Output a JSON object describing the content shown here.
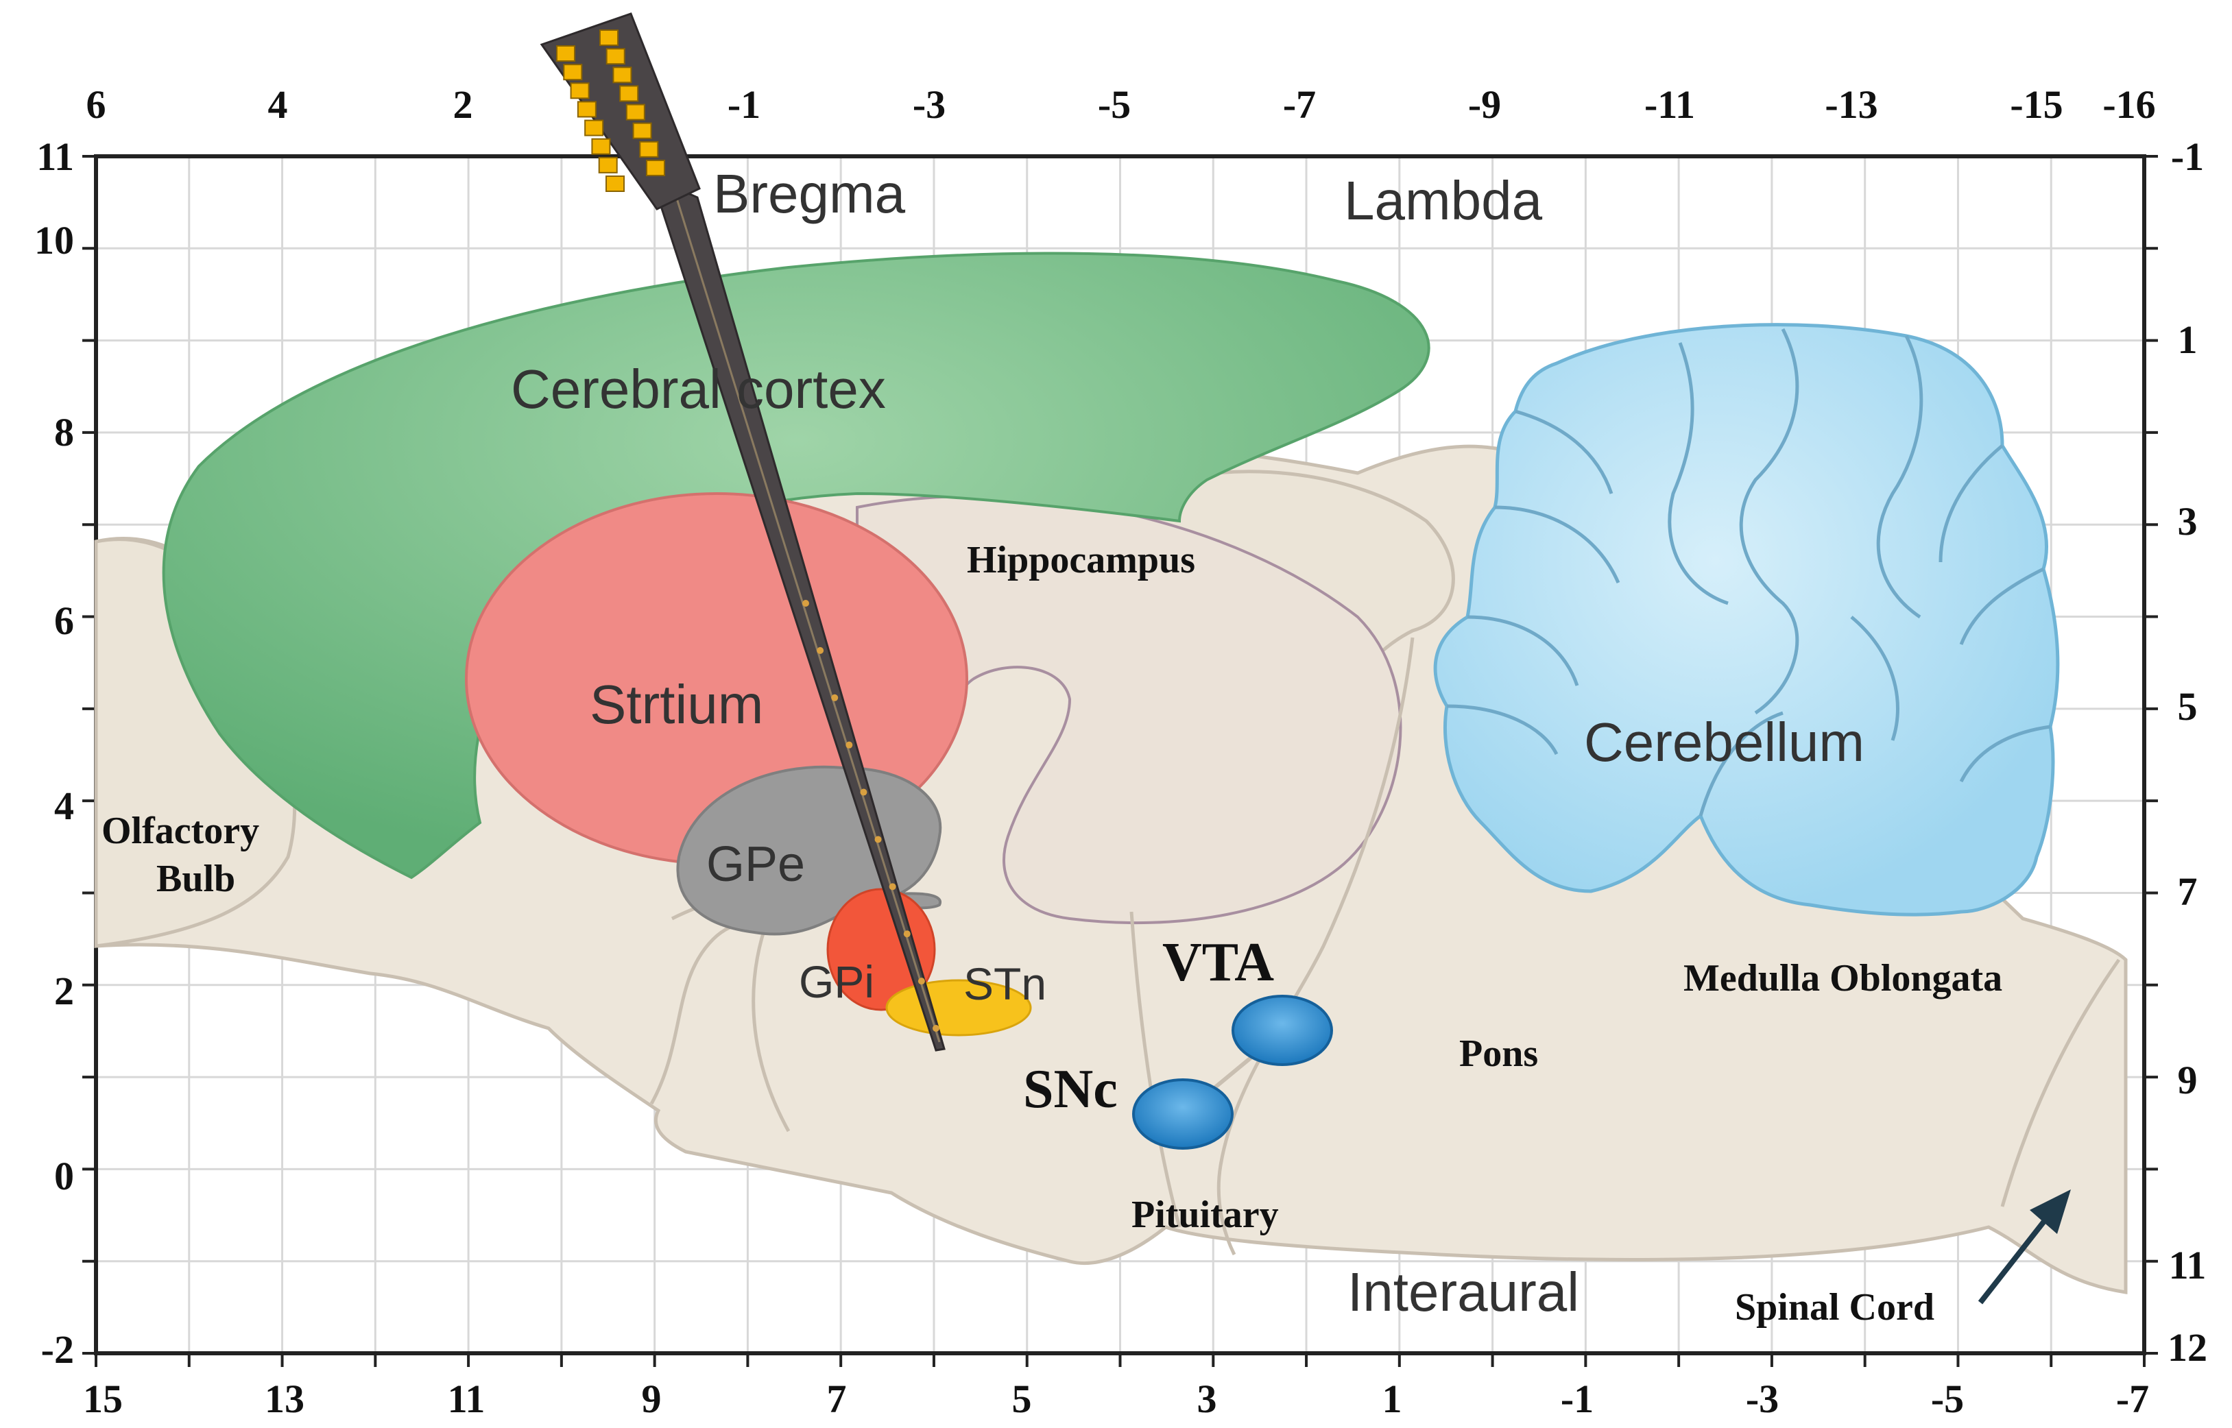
{
  "axes": {
    "top": [
      "6",
      "4",
      "2",
      "-1",
      "-3",
      "-5",
      "-7",
      "-9",
      "-11",
      "-13",
      "-15",
      "-16"
    ],
    "bottom": [
      "15",
      "13",
      "11",
      "9",
      "7",
      "5",
      "3",
      "1",
      "-1",
      "-3",
      "-5",
      "-7"
    ],
    "left": [
      "11",
      "10",
      "8",
      "6",
      "4",
      "2",
      "0",
      "-2"
    ],
    "right": [
      "-1",
      "1",
      "3",
      "5",
      "7",
      "9",
      "11",
      "12"
    ]
  },
  "labels": {
    "bregma": "Bregma",
    "lambda": "Lambda",
    "cerebral_cortex": "Cerebral cortex",
    "hippocampus": "Hippocampus",
    "striatum": "Strtium",
    "gpe": "GPe",
    "gpi": "GPi",
    "stn": "STn",
    "vta": "VTA",
    "snc": "SNc",
    "olfactory_line1": "Olfactory",
    "olfactory_line2": "Bulb",
    "cerebellum": "Cerebellum",
    "medulla": "Medulla Oblongata",
    "pons": "Pons",
    "pituitary": "Pituitary",
    "interaural": "Interaural",
    "spinal_cord": "Spinal Cord"
  },
  "colors": {
    "brain": "#ede6da",
    "cortex": "#78bf8a",
    "striatum": "#f08a86",
    "gpe": "#9a9a9a",
    "gpi": "#f2563a",
    "stn": "#f7c21c",
    "nuclei": "#2a8ad0",
    "cerebellum": "#a9dcf2",
    "probe": "#4a4547",
    "contacts": "#f4b400",
    "grid": "#d8d8d8"
  }
}
